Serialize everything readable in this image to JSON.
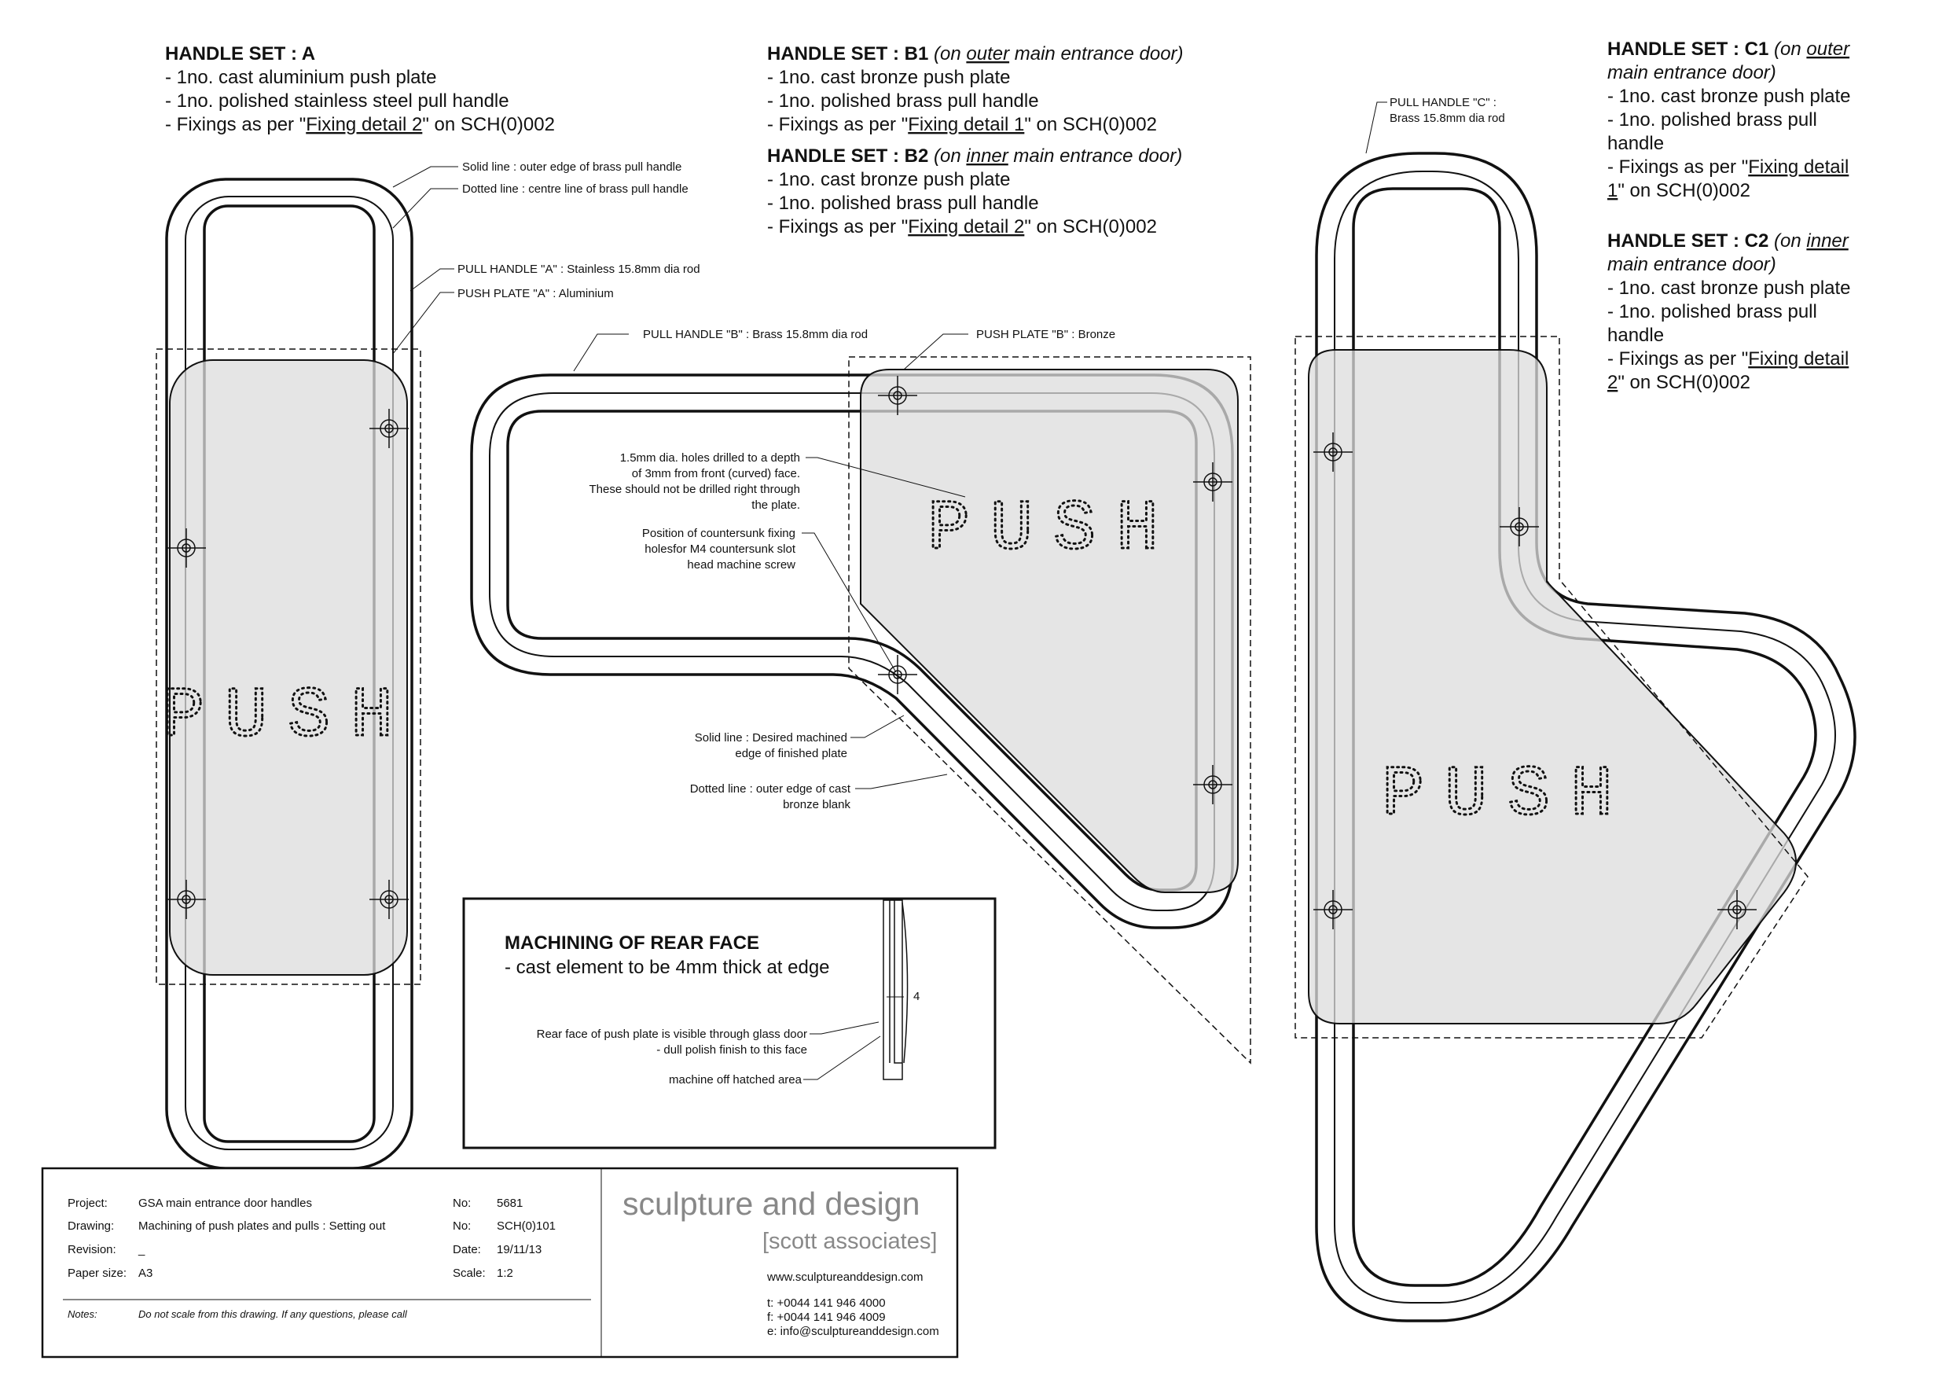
{
  "handle_set_a": {
    "title": "HANDLE SET : A",
    "lines": [
      "- 1no. cast aluminium push plate",
      "- 1no. polished stainless steel pull handle"
    ],
    "fix_prefix": "- Fixings as per \"",
    "fix_link": "Fixing detail 2",
    "fix_suffix": "\" on SCH(0)002"
  },
  "handle_set_b1": {
    "title": "HANDLE SET : B1",
    "note_pre": "(on ",
    "note_u": "outer",
    "note_post": " main entrance door)",
    "lines": [
      "- 1no. cast bronze push plate",
      "- 1no. polished brass pull handle"
    ],
    "fix_prefix": "- Fixings as per \"",
    "fix_link": "Fixing detail 1",
    "fix_suffix": "\" on SCH(0)002"
  },
  "handle_set_b2": {
    "title": "HANDLE SET : B2",
    "note_pre": "(on ",
    "note_u": "inner",
    "note_post": " main entrance door)",
    "lines": [
      "- 1no. cast bronze push plate",
      "- 1no. polished brass pull handle"
    ],
    "fix_prefix": "- Fixings as per \"",
    "fix_link": "Fixing detail 2",
    "fix_suffix": "\" on SCH(0)002"
  },
  "handle_set_c1": {
    "title": "HANDLE SET : C1",
    "note_pre": "(on ",
    "note_u": "outer",
    "note_post2": "main entrance door)",
    "lines": [
      "- 1no. cast bronze push plate",
      "- 1no. polished brass pull",
      "handle"
    ],
    "fix_prefix": "- Fixings as per \"",
    "fix_link": "Fixing detail",
    "fix_link2": "1",
    "fix_suffix": "\" on SCH(0)002"
  },
  "handle_set_c2": {
    "title": "HANDLE SET : C2",
    "note_pre": "(on ",
    "note_u": "inner",
    "note_post2": "main entrance door)",
    "lines": [
      "- 1no. cast bronze push plate",
      "- 1no. polished brass pull",
      "handle"
    ],
    "fix_prefix": "- Fixings as per \"",
    "fix_link": "Fixing detail",
    "fix_link2": "2",
    "fix_suffix": "\" on SCH(0)002"
  },
  "labels": {
    "solid_outer": "Solid line : outer edge of brass pull handle",
    "dotted_centre": "Dotted line : centre line of brass pull handle",
    "pull_a": "PULL HANDLE \"A\" : Stainless 15.8mm dia rod",
    "push_a": "PUSH PLATE \"A\" : Aluminium",
    "pull_b": "PULL HANDLE \"B\" : Brass 15.8mm dia rod",
    "push_b": "PUSH PLATE \"B\" : Bronze",
    "pull_c_1": "PULL HANDLE \"C\" :",
    "pull_c_2": "Brass 15.8mm dia rod",
    "holes": [
      "1.5mm dia. holes drilled to a depth",
      "of 3mm from front (curved) face.",
      "These should not be drilled right through",
      "the plate."
    ],
    "countersunk": [
      "Position of countersunk fixing",
      "holesfor M4 countersunk slot",
      "head machine screw"
    ],
    "solid_machined": [
      "Solid line : Desired machined",
      "edge of finished plate"
    ],
    "dotted_blank": [
      "Dotted line : outer edge of cast",
      "bronze blank"
    ],
    "push_word": "PUSH"
  },
  "rear_face": {
    "title": "MACHINING OF REAR FACE",
    "subtitle": "- cast element to be 4mm thick at edge",
    "note1": "Rear face of push plate is visible through glass door",
    "note2": "- dull polish finish to this face",
    "note3": "machine off hatched area",
    "dim": "4"
  },
  "title_block": {
    "project_label": "Project:",
    "project": "GSA main entrance door handles",
    "drawing_label": "Drawing:",
    "drawing": "Machining of push plates and pulls : Setting out",
    "revision_label": "Revision:",
    "revision": "_",
    "paper_label": "Paper size:",
    "paper": "A3",
    "no1_label": "No:",
    "no1": "5681",
    "no2_label": "No:",
    "no2": "SCH(0)101",
    "date_label": "Date:",
    "date": "19/11/13",
    "scale_label": "Scale:",
    "scale": "1:2",
    "notes_label": "Notes:",
    "notes": "Do not scale from this drawing.  If any questions, please call",
    "brand": "sculpture and design",
    "brand_sub": "[scott associates]",
    "web": "www.sculptureanddesign.com",
    "tel": "t: +0044 141 946 4000",
    "fax": "f: +0044 141 946 4009",
    "email": "e: info@sculptureanddesign.com"
  },
  "colors": {
    "plate": "#dcdcdc",
    "line": "#111111"
  }
}
